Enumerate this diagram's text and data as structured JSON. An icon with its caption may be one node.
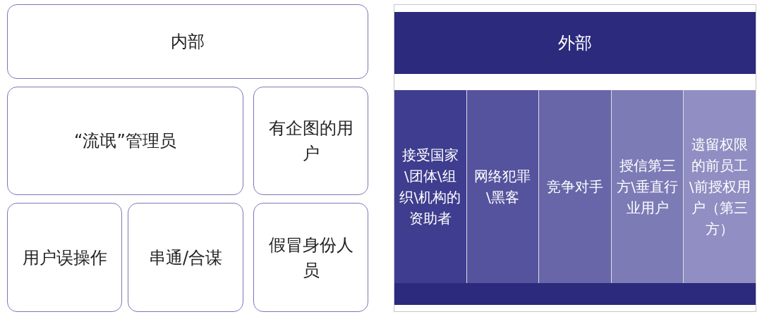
{
  "diagram": {
    "nodes": [
      {
        "text": [
          "内部"
        ]
      },
      {
        "text": [
          "“流氓”管理员"
        ]
      },
      {
        "text": [
          "有企图的用户"
        ]
      },
      {
        "text": [
          "用户误操作"
        ]
      },
      {
        "text": [
          "串通/合谋"
        ]
      },
      {
        "text": [
          "假冒身份人员"
        ]
      },
      {
        "text": [
          "外部"
        ]
      },
      {
        "text": [
          "接受国家\\团体\\组织\\机构的资助者"
        ],
        "in": 6
      },
      {
        "text": [
          "网络犯罪\\黑客"
        ],
        "in": 6
      },
      {
        "text": [
          "竞争对手"
        ],
        "in": 6
      },
      {
        "text": [
          "授信第三方\\垂直行业用户"
        ],
        "in": 6
      },
      {
        "text": [
          "遗留权限的前员工\\前授权用户（第三方）"
        ],
        "in": 6
      }
    ],
    "edges": []
  }
}
